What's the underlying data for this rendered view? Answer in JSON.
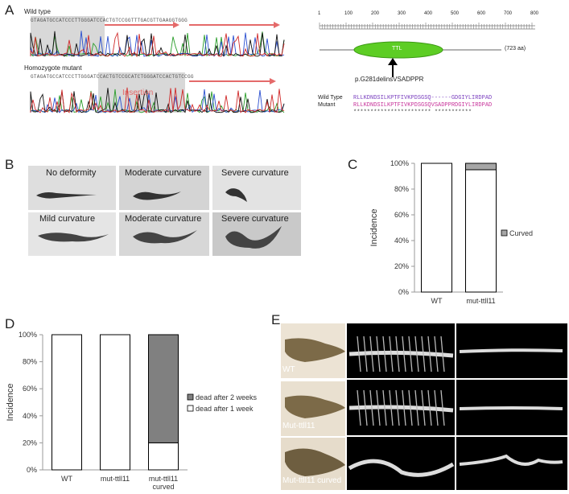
{
  "panels": {
    "a": "A",
    "b": "B",
    "c": "C",
    "d": "D",
    "e": "E"
  },
  "panel_a": {
    "wildtype_label": "Wild type",
    "mutant_label": "Homozygote mutant",
    "insertion_label": "Insertion",
    "wt_seq": "GTAGATGCCATCCCTTGGGATCCACTGTCCGGTTTGACGTTGAAGGTGGG",
    "mut_seq": "GTAGATGCCATCCCTTGGGATCCACTGTCCGCATCTGGGATCCACTGTCCGG",
    "protein_length": "(723 aa)",
    "domain": "TTL",
    "mutation": "p.G281delinsVSADPPR",
    "ruler_ticks": [
      "1",
      "100",
      "200",
      "300",
      "400",
      "500",
      "600",
      "700",
      "800"
    ],
    "align_wt_label": "Wild Type",
    "align_mut_label": "Mutant",
    "align_wt": "RLLKDNDSILKPTFIVKPDSGSQ------GDGIYLIRDPAD",
    "align_mut": "RLLKDNDSILKPTFIVKPDSGSQVSADPPRDGIYLIRDPAD",
    "align_cons": "***********************      ***********"
  },
  "panel_b": {
    "labels": [
      "No deformity",
      "Moderate curvature",
      "Severe curvature",
      "Mild curvature",
      "Moderate curvature",
      "Severe curvature"
    ]
  },
  "chart_data": [
    {
      "type": "bar",
      "panel": "C",
      "categories": [
        "WT",
        "mut-ttll11"
      ],
      "series": [
        {
          "name": "",
          "values": [
            100,
            95
          ]
        },
        {
          "name": "Curved",
          "values": [
            0,
            5
          ]
        }
      ],
      "ylabel": "Incidence",
      "yticks": [
        "0%",
        "20%",
        "40%",
        "60%",
        "80%",
        "100%"
      ],
      "ylim": [
        0,
        100
      ],
      "legend": "right",
      "stacked": true,
      "colors": {
        "base": "#ffffff",
        "Curved": "#a6a6a6"
      }
    },
    {
      "type": "bar",
      "panel": "D",
      "categories": [
        "WT",
        "mut-ttll11",
        "mut-ttll11\ncurved"
      ],
      "series": [
        {
          "name": "dead after 1 week",
          "values": [
            100,
            100,
            20
          ]
        },
        {
          "name": "dead after 2 weeks",
          "values": [
            0,
            0,
            80
          ]
        }
      ],
      "ylabel": "Incidence",
      "yticks": [
        "0%",
        "20%",
        "40%",
        "60%",
        "80%",
        "100%"
      ],
      "ylim": [
        0,
        100
      ],
      "legend": "right",
      "stacked": true,
      "colors": {
        "dead after 1 week": "#ffffff",
        "dead after 2 weeks": "#808080"
      }
    }
  ],
  "panel_e": {
    "labels": [
      "WT",
      "Mut-ttll11",
      "Mut-ttll11 curved"
    ]
  }
}
